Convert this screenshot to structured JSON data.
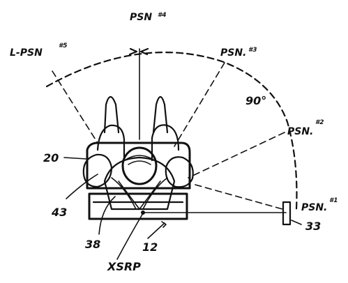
{
  "figure": {
    "labels": {
      "psn4": "PSN",
      "psn4_num": "#4",
      "psn5": "L-PSN",
      "psn5_num": "#5",
      "psn3": "PSN.",
      "psn3_num": "#3",
      "angle": "90°",
      "psn2": "PSN.",
      "psn2_num": "#2",
      "psn1": "PSN.",
      "psn1_num": "#1",
      "ref20": "20",
      "ref43": "43",
      "ref38": "38",
      "ref12": "12",
      "ref33": "33",
      "xsrp": "XSRP"
    }
  }
}
